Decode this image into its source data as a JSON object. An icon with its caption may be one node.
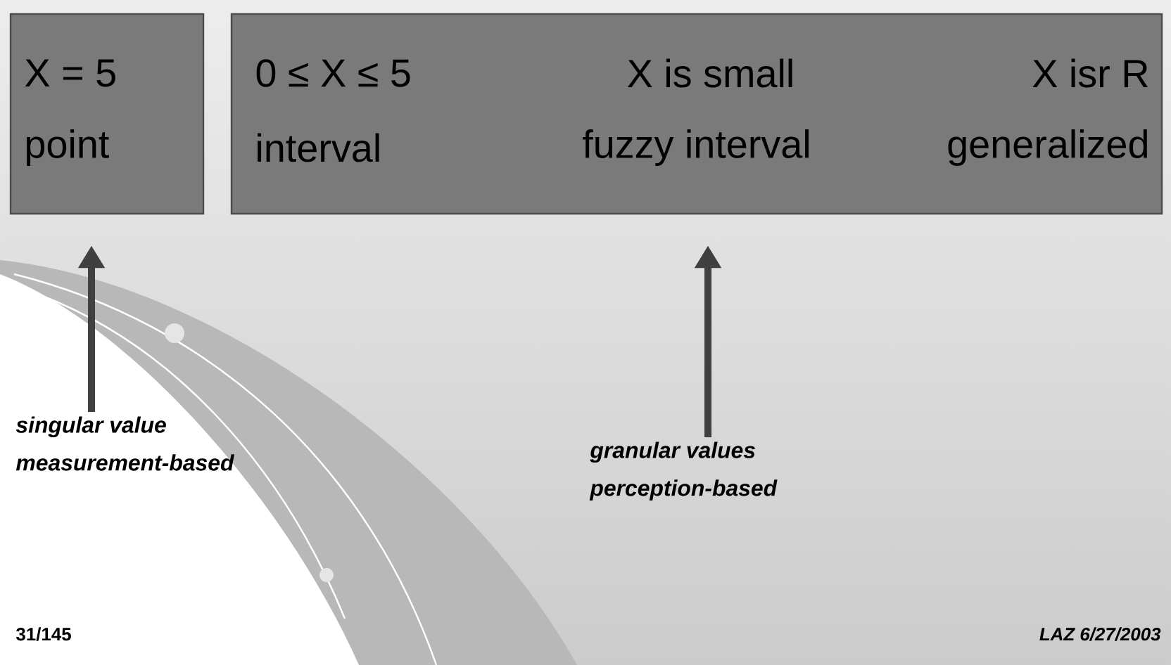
{
  "diagram": {
    "nodes": [
      {
        "text": [
          "X = 5",
          "point"
        ]
      },
      {
        "text": [
          "0 ≤ X ≤ 5",
          "interval",
          "X is small",
          "fuzzy interval",
          "X isr R",
          "generalized"
        ]
      },
      {
        "text": [
          "singular value",
          "measurement-based"
        ]
      },
      {
        "text": [
          "granular values",
          "perception-based"
        ]
      }
    ],
    "edges": [
      {
        "from": 2,
        "to": 0,
        "arrow": "to"
      },
      {
        "from": 3,
        "to": 1,
        "arrow": "to"
      }
    ],
    "labels": [
      "31/145",
      "LAZ 6/27/2003"
    ]
  }
}
